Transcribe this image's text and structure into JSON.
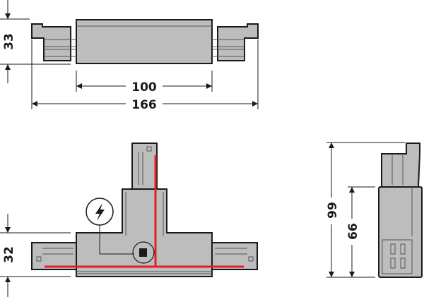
{
  "dimensions": {
    "top_height": "33",
    "top_body_length": "100",
    "top_total_length": "166",
    "tee_height": "32",
    "side_total_height": "99",
    "side_body_height": "66"
  },
  "colors": {
    "part_fill": "#bdbdbd",
    "conductor_line": "#e3202a",
    "line": "#1a1a1a"
  },
  "icons": [
    "lightning-bolt-icon",
    "terminal-square-icon"
  ]
}
